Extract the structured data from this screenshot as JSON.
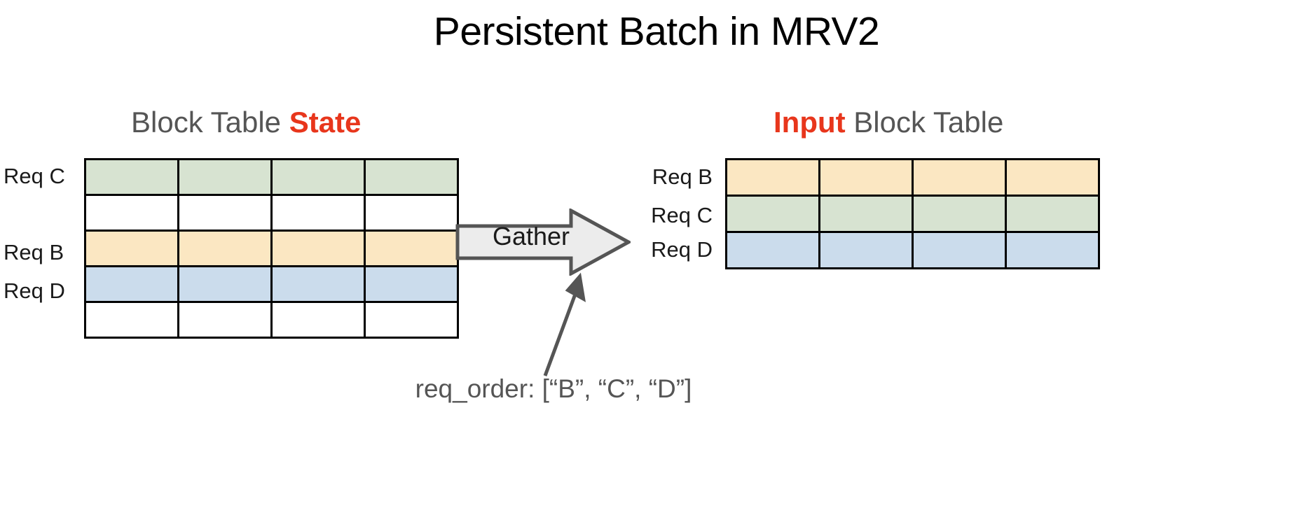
{
  "title": "Persistent Batch in MRV2",
  "colors": {
    "accent_red": "#E8361C",
    "heading_gray": "#555555",
    "green_cell": "#d7e3d1",
    "yellow_cell": "#fbe7c2",
    "blue_cell": "#cbdcec",
    "white_cell": "#ffffff",
    "border": "#000000",
    "arrow_fill": "#ececec",
    "arrow_stroke": "#555555"
  },
  "left_panel": {
    "heading_prefix": "Block Table ",
    "heading_highlight": "State",
    "columns": 4,
    "rows": [
      {
        "label": "Req C",
        "fill": "green"
      },
      {
        "label": "",
        "fill": "white"
      },
      {
        "label": "Req B",
        "fill": "yellow"
      },
      {
        "label": "Req D",
        "fill": "blue"
      },
      {
        "label": "",
        "fill": "white"
      }
    ]
  },
  "right_panel": {
    "heading_highlight": "Input",
    "heading_suffix": " Block Table",
    "columns": 4,
    "rows": [
      {
        "label": "Req B",
        "fill": "yellow"
      },
      {
        "label": "Req C",
        "fill": "green"
      },
      {
        "label": "Req D",
        "fill": "blue"
      }
    ]
  },
  "arrow": {
    "label": "Gather",
    "direction": "right"
  },
  "annotation": {
    "text": "req_order: [“B”, “C”, “D”]",
    "points_to": "gather-arrow"
  }
}
